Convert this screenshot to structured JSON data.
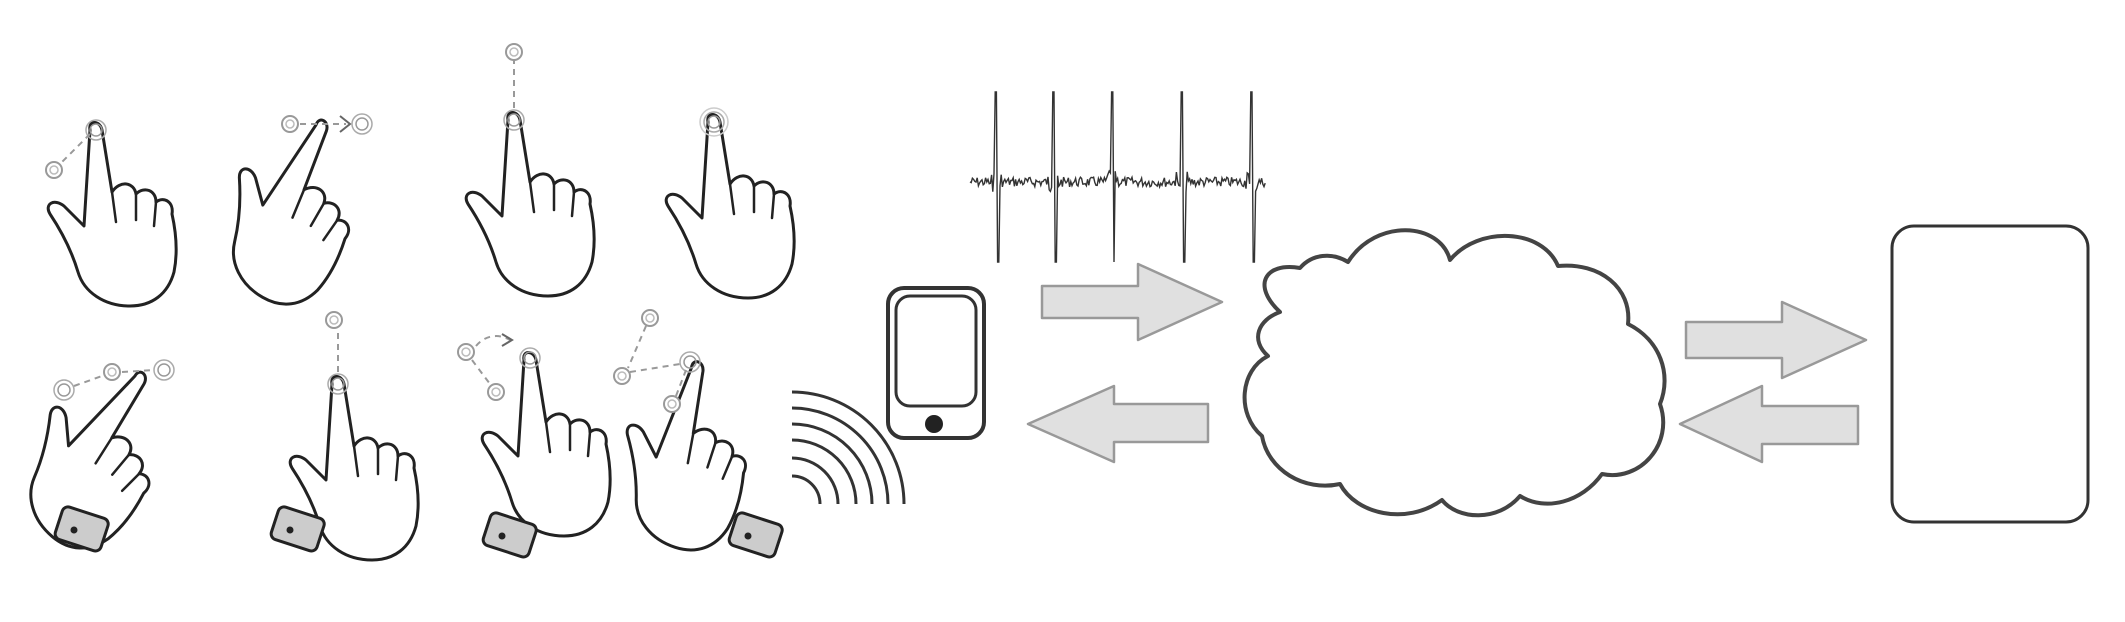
{
  "diagram": {
    "gestures": [
      {
        "name": "swipe-down-left",
        "row": 1,
        "col": 1,
        "band": false
      },
      {
        "name": "swipe-right",
        "row": 1,
        "col": 2,
        "band": false
      },
      {
        "name": "swipe-up",
        "row": 1,
        "col": 3,
        "band": false
      },
      {
        "name": "tap",
        "row": 1,
        "col": 4,
        "band": false
      },
      {
        "name": "two-point-swipe-left",
        "row": 2,
        "col": 1,
        "band": true
      },
      {
        "name": "swipe-up",
        "row": 2,
        "col": 2,
        "band": true
      },
      {
        "name": "curved-swipe",
        "row": 2,
        "col": 3,
        "band": true
      },
      {
        "name": "multi-point-swipe",
        "row": 2,
        "col": 4,
        "band": true
      }
    ],
    "icons": {
      "hand": "pointing-hand-icon",
      "wristband": "wristband-icon",
      "wireless": "wireless-signal-icon",
      "phone": "smartphone-icon",
      "signal": "ecg-signal-icon",
      "cloud": "cloud-icon",
      "display": "display-panel-icon",
      "arrow_right": "arrow-right-icon",
      "arrow_left": "arrow-left-icon"
    },
    "colors": {
      "outline": "#333333",
      "arrow_fill": "#e0e0e0",
      "arrow_stroke": "#999999",
      "trail": "#999999",
      "band_fill": "#cccccc"
    }
  }
}
